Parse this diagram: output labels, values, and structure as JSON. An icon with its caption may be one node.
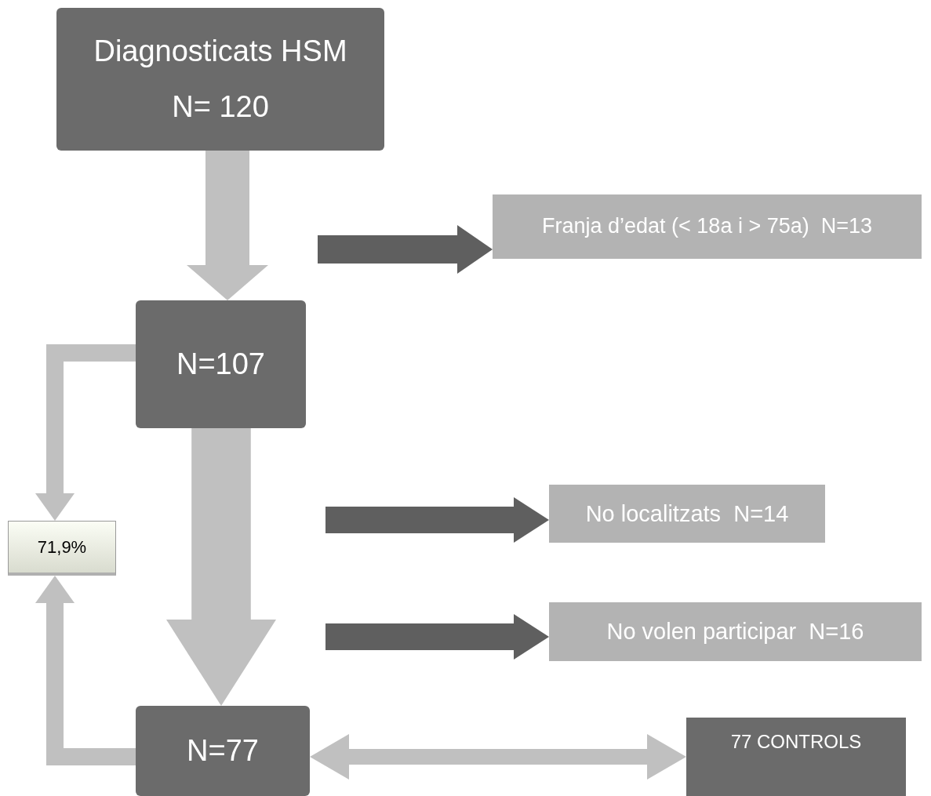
{
  "diagram": {
    "nodes": [
      {
        "text": [
          "Diagnosticats HSM",
          "N= 120"
        ]
      },
      {
        "text": [
          "Franja d’edat (< 18a i > 75a)  N=13"
        ]
      },
      {
        "text": [
          "N=107"
        ]
      },
      {
        "text": [
          "71,9%"
        ]
      },
      {
        "text": [
          "No localitzats  N=14"
        ]
      },
      {
        "text": [
          "No volen participar  N=16"
        ]
      },
      {
        "text": [
          "N=77"
        ]
      },
      {
        "text": [
          "77 CONTROLS"
        ]
      }
    ],
    "edges": [
      {
        "from": 0,
        "to": 2,
        "arrow": "to"
      },
      {
        "from": null,
        "to": 1,
        "arrow": "to",
        "color": "#5f5f5f"
      },
      {
        "from": 2,
        "to": 6,
        "arrow": "to",
        "style": "thick"
      },
      {
        "from": null,
        "to": 4,
        "arrow": "to",
        "color": "#5f5f5f"
      },
      {
        "from": null,
        "to": 5,
        "arrow": "to",
        "color": "#5f5f5f"
      },
      {
        "from": 2,
        "to": 3,
        "arrow": "to"
      },
      {
        "from": 6,
        "to": 3,
        "arrow": "to"
      },
      {
        "from": 6,
        "to": 7,
        "arrow": "both"
      }
    ]
  }
}
